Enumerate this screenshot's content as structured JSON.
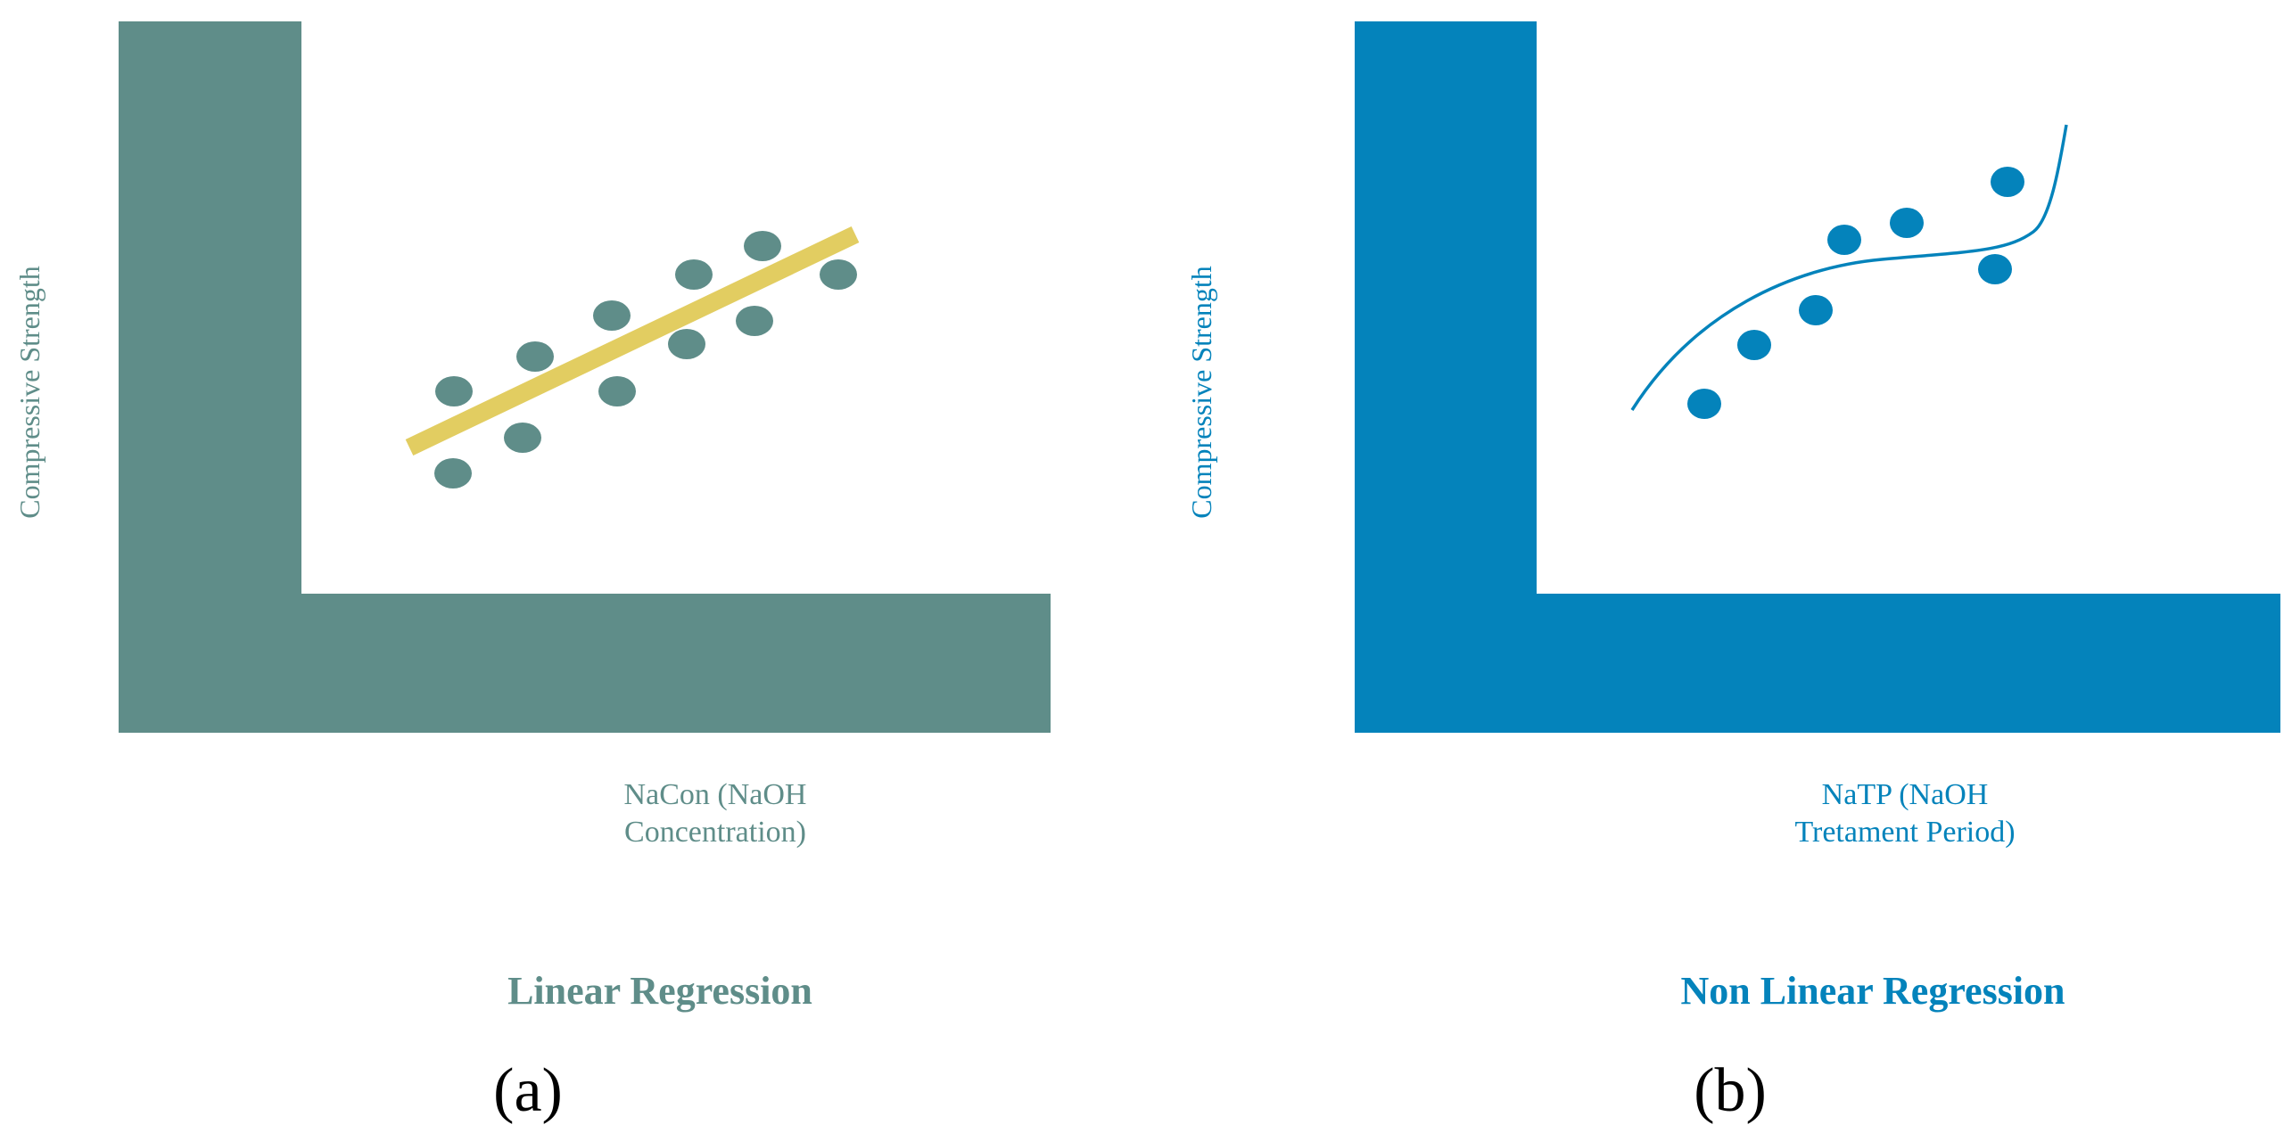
{
  "colors": {
    "panel_a": "#5f8d89",
    "panel_b": "#0483bb",
    "fit_line_a": "#e2cd61",
    "background": "#ffffff"
  },
  "panel_a": {
    "y_axis_label": "Compressive Strength",
    "x_axis_label_line1": "NaCon (NaOH",
    "x_axis_label_line2": "Concentration)",
    "method_title": "Linear Regression",
    "panel_label": "(a)"
  },
  "panel_b": {
    "y_axis_label": "Compressive Strength",
    "x_axis_label_line1": "NaTP (NaOH",
    "x_axis_label_line2": "Tretament Period)",
    "method_title": "Non Linear Regression",
    "panel_label": "(b)"
  }
}
